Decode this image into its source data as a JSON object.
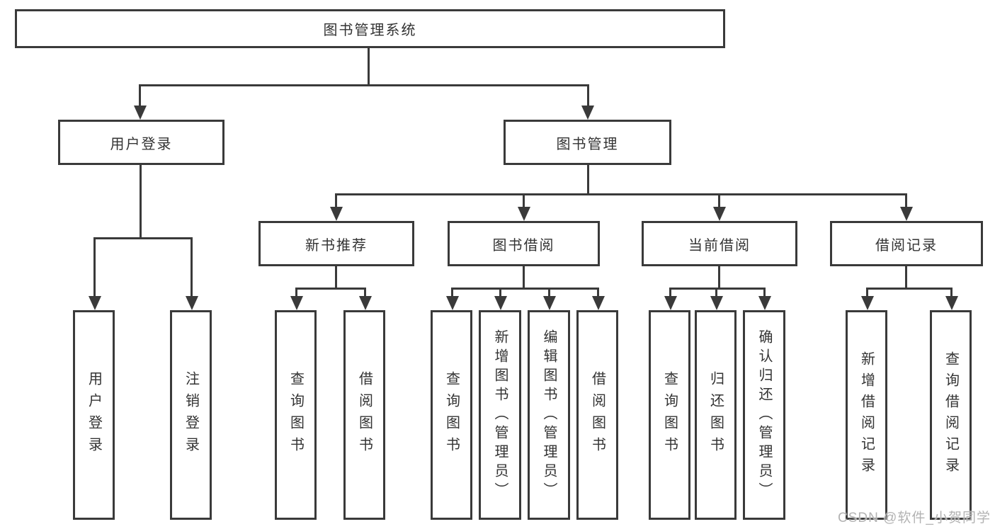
{
  "root": "图书管理系统",
  "level2": [
    "用户登录",
    "图书管理"
  ],
  "level3": [
    "新书推荐",
    "图书借阅",
    "当前借阅",
    "借阅记录"
  ],
  "leaves": {
    "user_login": [
      "用户登录",
      "注销登录"
    ],
    "new_book": [
      "查询图书",
      "借阅图书"
    ],
    "book_borrow": [
      "查询图书",
      "新增图书（管理员）",
      "编辑图书（管理员）",
      "借阅图书"
    ],
    "current_borrow": [
      "查询图书",
      "归还图书",
      "确认归还（管理员）"
    ],
    "borrow_record": [
      "新增借阅记录",
      "查询借阅记录"
    ]
  },
  "watermark": "CSDN @软件_小贺同学",
  "colors": {
    "line": "#3a3a3a",
    "text": "#333333",
    "box_bg": "#ffffff",
    "background": "#ffffff",
    "watermark": "#b3b3b3"
  }
}
